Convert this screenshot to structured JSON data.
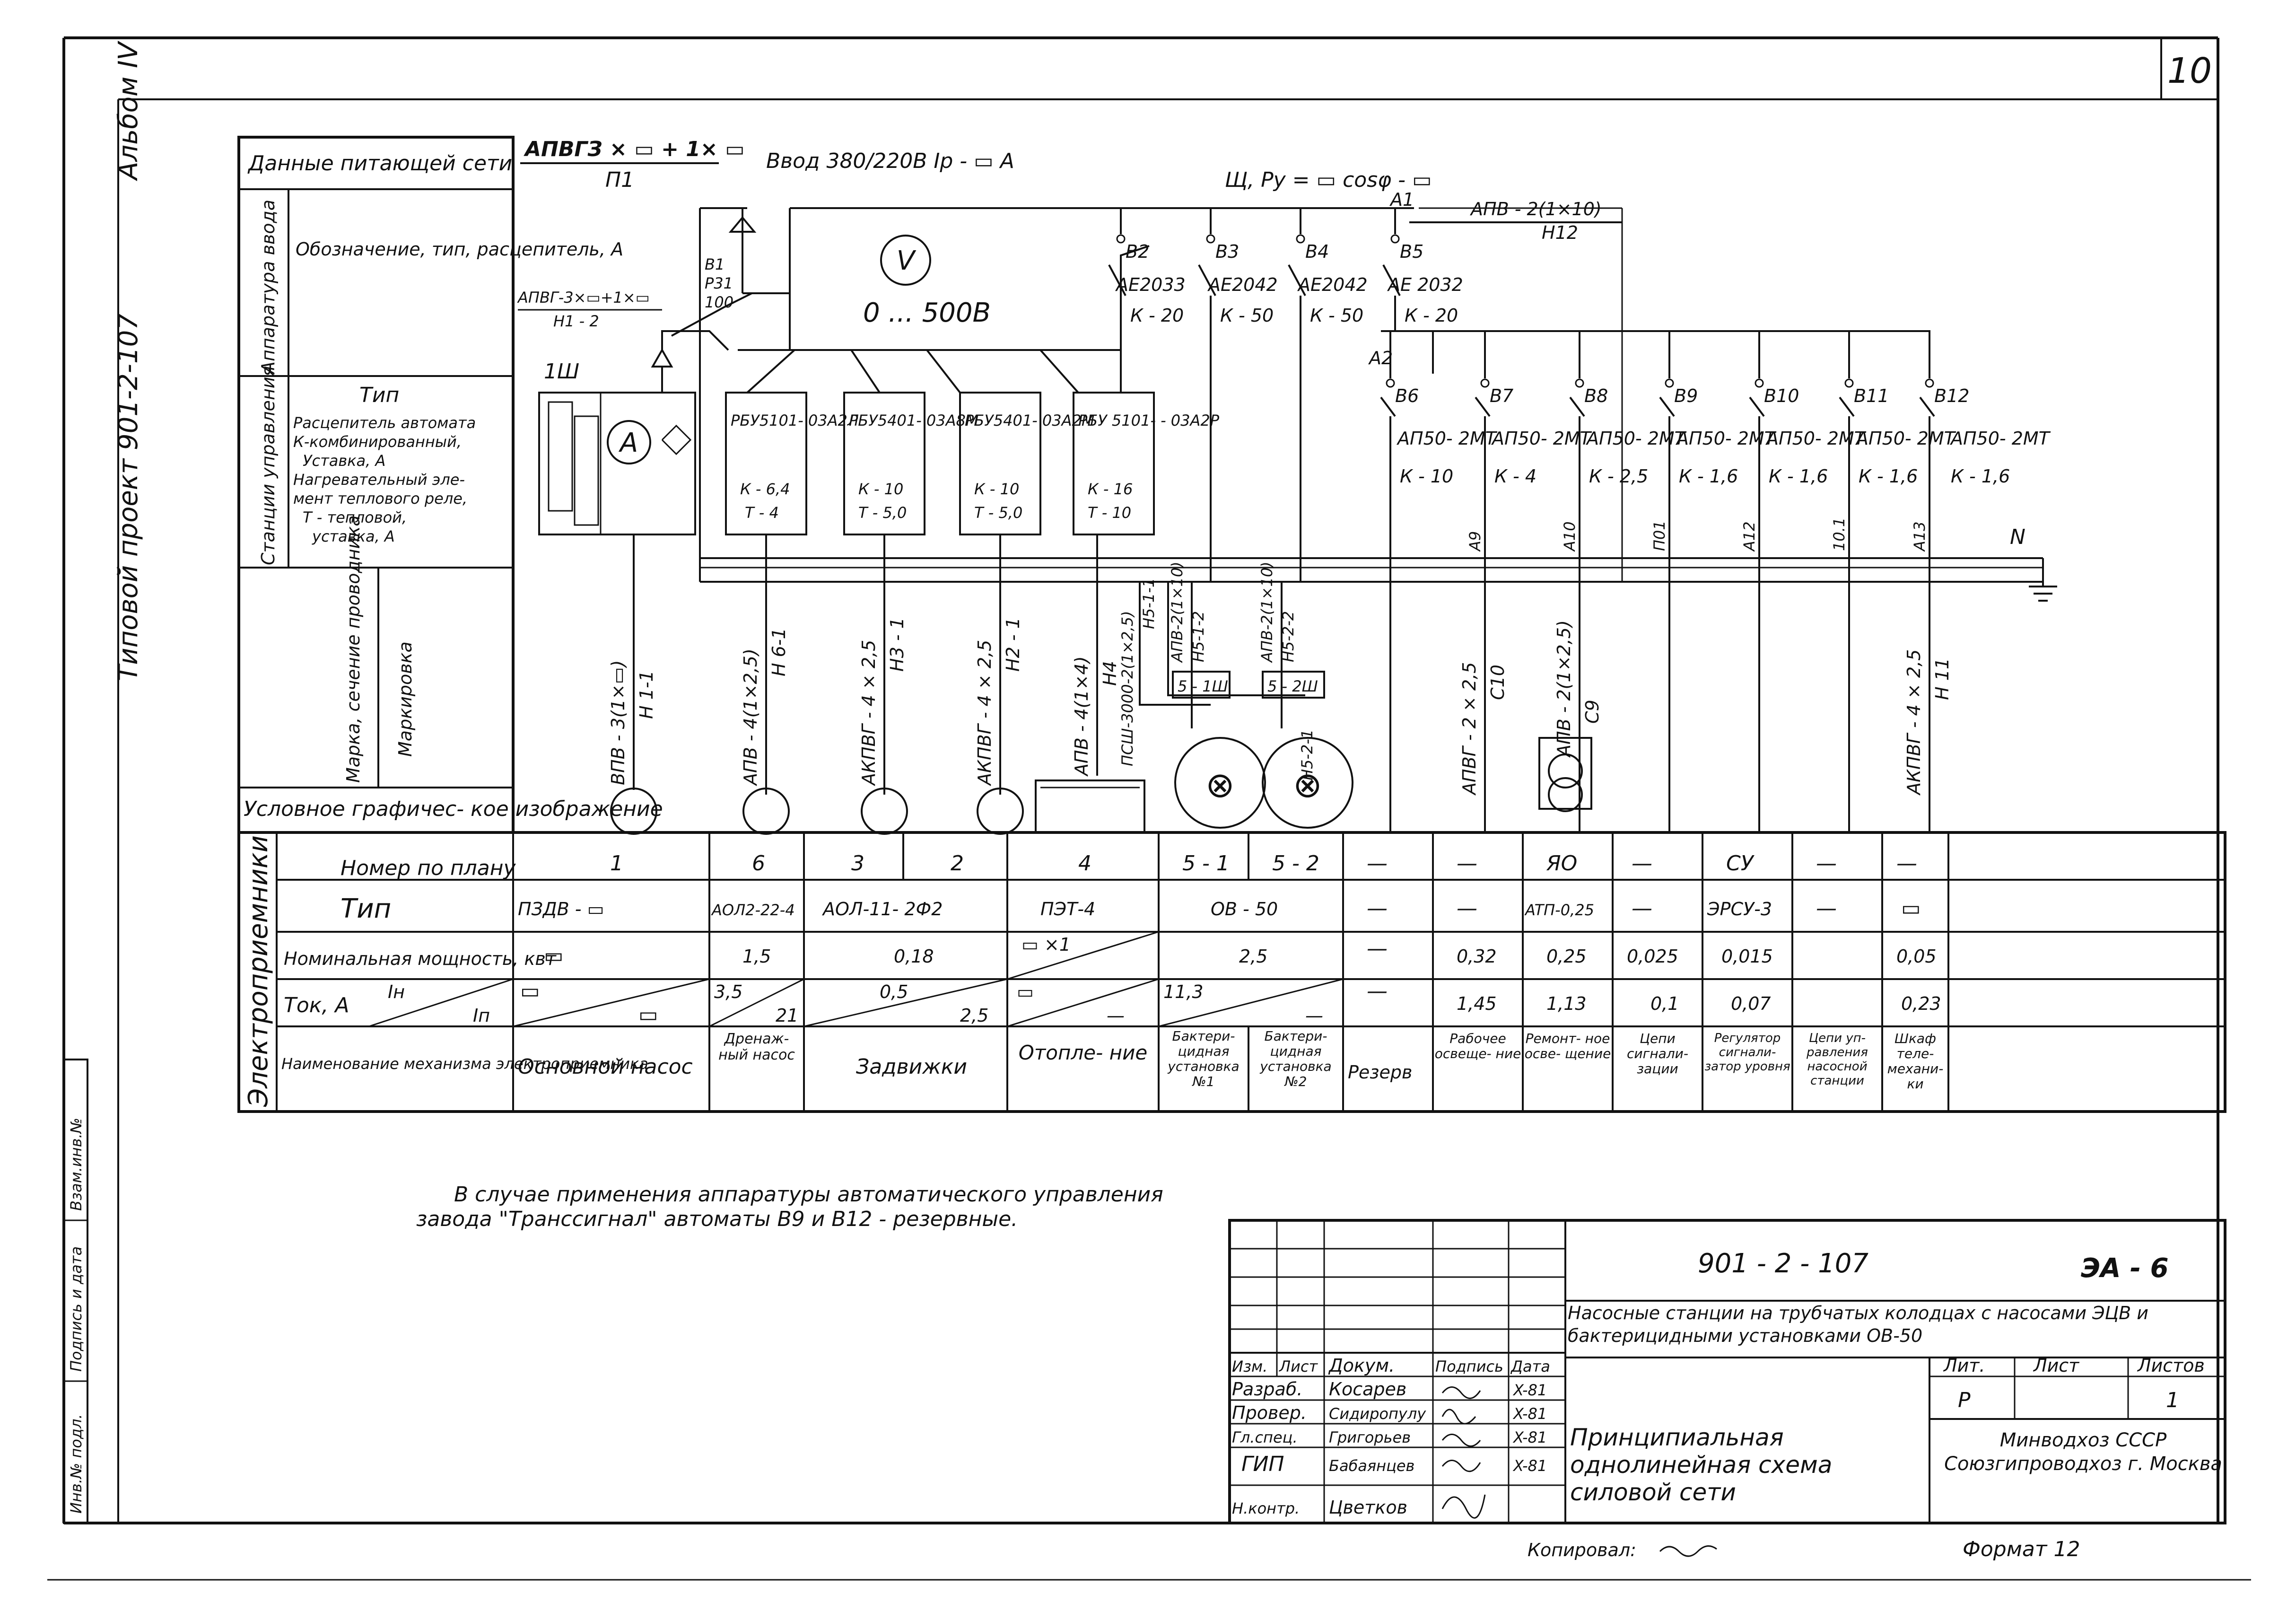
{
  "sheet_number": "10",
  "album": "Альбом IV",
  "project_side": "Типовой проект   901-2-107",
  "stamp_side": {
    "inv": "Инв.№ подл.",
    "sign": "Подпись и дата",
    "vzam": "Взам.инв.№"
  },
  "left_table": {
    "supply": "Данные питающей сети",
    "apparatus_group": "Аппаратура ввода",
    "apparatus": "Обозначение, тип, расцепитель, А",
    "station_group": "Станции управления",
    "station_title": "Тип",
    "station_lines": [
      "Расцепитель автомата",
      "К-комбинированный,",
      "Уставка, А",
      "Нагревательный эле-",
      "мент теплового реле,",
      "Т - тепловой,",
      "уставка, А"
    ],
    "wire_mark": "Марка, сечение проводника",
    "marking": "Маркировка",
    "graphic": "Условное графичес- кое изображение"
  },
  "header": {
    "cable_main": "АПВГЗ × ▭ + 1× ▭",
    "cable_main_sub": "П1",
    "input": "Ввод 380/220В  Ір - ▭ А",
    "panel": "Щ,     Ру = ▭  cosφ - ▭",
    "voltmeter": "V",
    "voltmeter_range": "0 ... 500В",
    "cable_in": "АПВГ-3×▭+1×▭",
    "cable_in_sub": "Н1 - 2",
    "panel_1sh": "1Ш",
    "ammeter": "A",
    "b1": "В1",
    "p31": "Р31",
    "amp100": "100",
    "a1": "А1",
    "a2": "А2",
    "bus_n": "N",
    "cable_h12": "АПВ - 2(1×10)",
    "cable_h12_sub": "Н12"
  },
  "upper_breakers": [
    {
      "name": "В2",
      "type": "АЕ2033",
      "rating": "К - 20"
    },
    {
      "name": "В3",
      "type": "АЕ2042",
      "rating": "К - 50"
    },
    {
      "name": "В4",
      "type": "АЕ2042",
      "rating": "К - 50"
    },
    {
      "name": "В5",
      "type": "АЕ 2032",
      "rating": "К - 20"
    }
  ],
  "starters": [
    {
      "type": "РБУ5101- 03А2Л",
      "k": "К - 6,4",
      "t": "Т - 4"
    },
    {
      "type": "РБУ5401- 03А8М",
      "k": "К - 10",
      "t": "Т - 5,0"
    },
    {
      "type": "РБУ5401- 03А2М",
      "k": "К - 10",
      "t": "Т - 5,0"
    },
    {
      "type": "РБУ 5101- - 03А2Р",
      "k": "К - 16",
      "t": "Т - 10"
    }
  ],
  "lower_breakers": [
    {
      "name": "В6",
      "type": "АП50- 2МТ",
      "rating": "К - 10"
    },
    {
      "name": "В7",
      "type": "АП50- 2МТ",
      "rating": "К - 4"
    },
    {
      "name": "В8",
      "type": "АП50- 2МТ",
      "rating": "К - 2,5"
    },
    {
      "name": "В9",
      "type": "АП50- 2МТ",
      "rating": "К - 1,6"
    },
    {
      "name": "В10",
      "type": "АП50- 2МТ",
      "rating": "К - 1,6"
    },
    {
      "name": "В11",
      "type": "АП50- 2МТ",
      "rating": "К - 1,6"
    },
    {
      "name": "В12",
      "type": "АП50- 2МТ",
      "rating": "К - 1,6"
    }
  ],
  "feeders": [
    {
      "wire": "ВПВ - 3(1×▭)",
      "mark": "Н 1-1"
    },
    {
      "wire": "АПВ - 4(1×2,5)",
      "mark": "Н 6-1"
    },
    {
      "wire": "АКПВГ - 4 × 2,5",
      "mark": "Н3 - 1"
    },
    {
      "wire": "АКПВГ - 4 × 2,5",
      "mark": "Н2 - 1"
    },
    {
      "wire": "АПВ - 4(1×4)",
      "mark": "Н4"
    },
    {
      "wire": "ПСШ-3000-2(1×2,5)",
      "mark": "Н5-1-1"
    },
    {
      "wire": "АПВ-2(1×10)",
      "mark": "Н5-1-2"
    },
    {
      "wire": "АПВ-2(1×10)",
      "mark": "Н5-2-2"
    },
    {
      "wire": "АПВГ - 2 × 2,5",
      "mark": "С10"
    },
    {
      "wire": "АПВ - 2(1×2,5)",
      "mark": "С9"
    },
    {
      "wire": "АКПВГ - 4 × 2,5",
      "mark": "Н 11"
    }
  ],
  "bus_marks": [
    "А9",
    "А10",
    "П01",
    "А12",
    "10.1",
    "А13"
  ],
  "box_labels": [
    "5 - 1Ш",
    "5 - 2Ш",
    "Н5-2-1"
  ],
  "consumers": {
    "group_label": "Электроприемники",
    "row_labels": {
      "number": "Номер по плану",
      "type": "Тип",
      "power": "Номинальная мощность, квт",
      "current": "Ток, А",
      "in": "Ін",
      "ip": "Іп",
      "name": "Наименование механизма электроприемника"
    },
    "numbers": [
      "1",
      "6",
      "3",
      "2",
      "4",
      "5 - 1",
      "5 - 2",
      "—",
      "—",
      "ЯО",
      "—",
      "СУ",
      "—",
      "—"
    ],
    "types": [
      "ПЗДВ - ▭",
      "АОЛ2-22-4",
      "АОЛ-11- 2Ф2",
      "ПЭТ-4",
      "ОВ - 50",
      "—",
      "—",
      "ATП-0,25",
      "—",
      "ЭРСУ-3",
      "—",
      "▭"
    ],
    "powers": [
      "▭",
      "1,5",
      "0,18",
      "▭ ×1",
      "2,5",
      "—",
      "0,32",
      "0,25",
      "0,025",
      "0,015",
      "",
      "0,05"
    ],
    "currents_in": [
      "▭",
      "3,5",
      "0,5",
      "▭",
      "11,3",
      "—",
      "1,45",
      "1,13",
      "0,1",
      "0,07",
      "",
      "0,23"
    ],
    "currents_ip": [
      "▭",
      "21",
      "2,5",
      "—",
      "—"
    ],
    "names": [
      "Основной насос",
      "Дренаж- ный насос",
      "Задвижки",
      "Отопле- ние",
      "Бактери- цидная установка №1",
      "Бактери- цидная установка №2",
      "Резерв",
      "Рабочее освеще- ние",
      "Ремонт- ное осве- щение",
      "Цепи сигнали- зации",
      "Регулятор сигнали- затор уровня",
      "Цепи уп- равления насосной станции",
      "Шкаф теле- механи- ки"
    ]
  },
  "note": "В случае применения аппаратуры автоматического управления завода \"Транссигнал\" автоматы В9 и В12 - резервные.",
  "title_block": {
    "code": "901 - 2 - 107",
    "sheet_code": "ЭА - 6",
    "project_title": "Насосные станции на трубчатых колодцах с насосами ЭЦВ и бактерицидными установками ОВ-50",
    "header_cols": [
      "Изм.",
      "Лист",
      "Докум.",
      "Подпись",
      "Дата"
    ],
    "rows": [
      {
        "role": "Разраб.",
        "name": "Косарев",
        "date": "X-81"
      },
      {
        "role": "Провер.",
        "name": "Сидиропулу",
        "date": "X-81"
      },
      {
        "role": "Гл.спец.",
        "name": "Григорьев",
        "date": "X-81"
      },
      {
        "role": "ГИП",
        "name": "Бабаянцев",
        "date": "X-81"
      },
      {
        "role": "Н.контр.",
        "name": "Цветков",
        "date": ""
      }
    ],
    "lit_label": "Лит.",
    "sheet_label": "Лист",
    "sheets_label": "Листов",
    "lit": "Р",
    "sheet": "",
    "sheets": "1",
    "drawing_title": "Принципиальная однолинейная схема силовой сети",
    "org": "Минводхоз СССР Союзгипроводхоз г. Москва"
  },
  "copied": "Копировал:",
  "format": "Формат 12"
}
